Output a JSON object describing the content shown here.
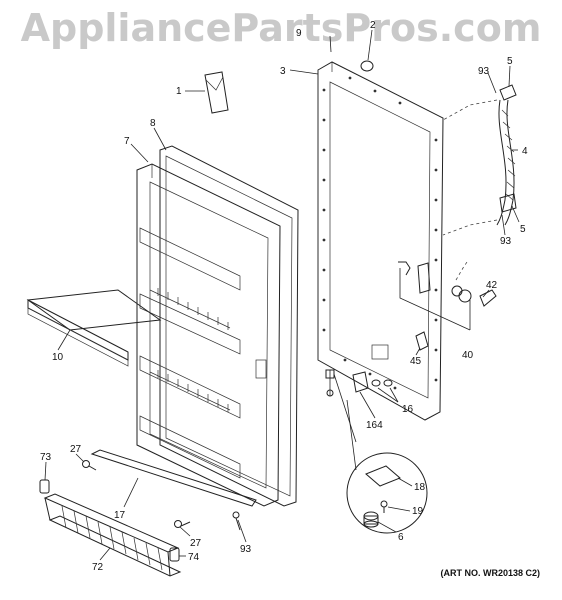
{
  "watermark": "AppliancePartsPros.com",
  "art_number": "(ART NO. WR20138 C2)",
  "callouts": {
    "c1": "1",
    "c2": "2",
    "c3": "3",
    "c4": "4",
    "c5a": "5",
    "c5b": "5",
    "c6": "6",
    "c7": "7",
    "c8": "8",
    "c9": "9",
    "c10": "10",
    "c16": "16",
    "c17": "17",
    "c18": "18",
    "c19": "19",
    "c27a": "27",
    "c27b": "27",
    "c40": "40",
    "c42": "42",
    "c45": "45",
    "c72": "72",
    "c73": "73",
    "c74": "74",
    "c93a": "93",
    "c93b": "93",
    "c93c": "93",
    "c164": "164"
  }
}
